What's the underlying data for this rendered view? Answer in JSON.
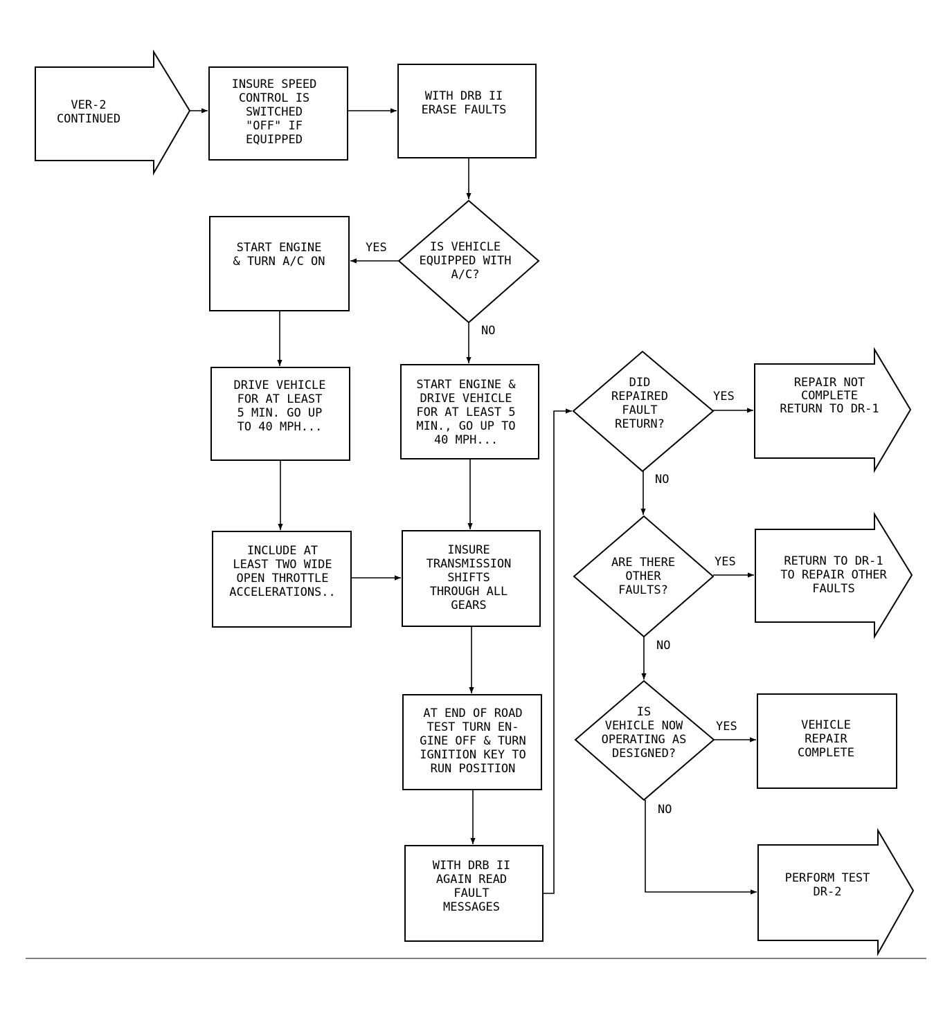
{
  "nodes": {
    "ver2_continued": [
      "VER-2",
      "CONTINUED"
    ],
    "insure_speed_control": [
      "INSURE SPEED",
      "CONTROL IS",
      "SWITCHED",
      "\"OFF\" IF",
      "EQUIPPED"
    ],
    "erase_faults": [
      "WITH DRB II",
      "ERASE FAULTS"
    ],
    "ac_question": [
      "IS VEHICLE",
      "EQUIPPED WITH",
      "A/C?"
    ],
    "start_engine_ac": [
      "START ENGINE",
      "& TURN A/C ON"
    ],
    "drive_vehicle_ac": [
      "DRIVE VEHICLE",
      "FOR AT LEAST",
      "5 MIN. GO UP",
      "TO 40 MPH..."
    ],
    "start_engine_drive": [
      "START ENGINE &",
      "DRIVE VEHICLE",
      "FOR AT LEAST 5",
      "MIN., GO UP TO",
      "40 MPH..."
    ],
    "wide_open_throttle": [
      "INCLUDE AT",
      "LEAST TWO WIDE",
      "OPEN THROTTLE",
      "ACCELERATIONS.."
    ],
    "transmission_shifts": [
      "INSURE",
      "TRANSMISSION",
      "SHIFTS",
      "THROUGH ALL",
      "GEARS"
    ],
    "end_of_road_test": [
      "AT END OF ROAD",
      "TEST TURN EN-",
      "GINE OFF & TURN",
      "IGNITION KEY TO",
      "RUN POSITION"
    ],
    "read_fault_messages": [
      "WITH DRB II",
      "AGAIN READ",
      "FAULT",
      "MESSAGES"
    ],
    "fault_return_question": [
      "DID",
      "REPAIRED",
      "FAULT",
      "RETURN?"
    ],
    "repair_not_complete": [
      "REPAIR NOT",
      "COMPLETE",
      "",
      "RETURN TO DR-1"
    ],
    "other_faults_question": [
      "ARE THERE",
      "OTHER",
      "FAULTS?"
    ],
    "return_repair_other": [
      "RETURN TO DR-1",
      "TO REPAIR OTHER",
      "FAULTS"
    ],
    "operating_question": [
      "IS",
      "VEHICLE NOW",
      "OPERATING AS",
      "DESIGNED?"
    ],
    "vehicle_repair_complete": [
      "VEHICLE",
      "REPAIR",
      "COMPLETE"
    ],
    "perform_test_dr2": [
      "PERFORM TEST",
      "DR-2"
    ]
  },
  "branch_labels": {
    "ac_yes": "YES",
    "ac_no": "NO",
    "fault_return_yes": "YES",
    "fault_return_no": "NO",
    "other_faults_yes": "YES",
    "other_faults_no": "NO",
    "operating_yes": "YES",
    "operating_no": "NO"
  }
}
